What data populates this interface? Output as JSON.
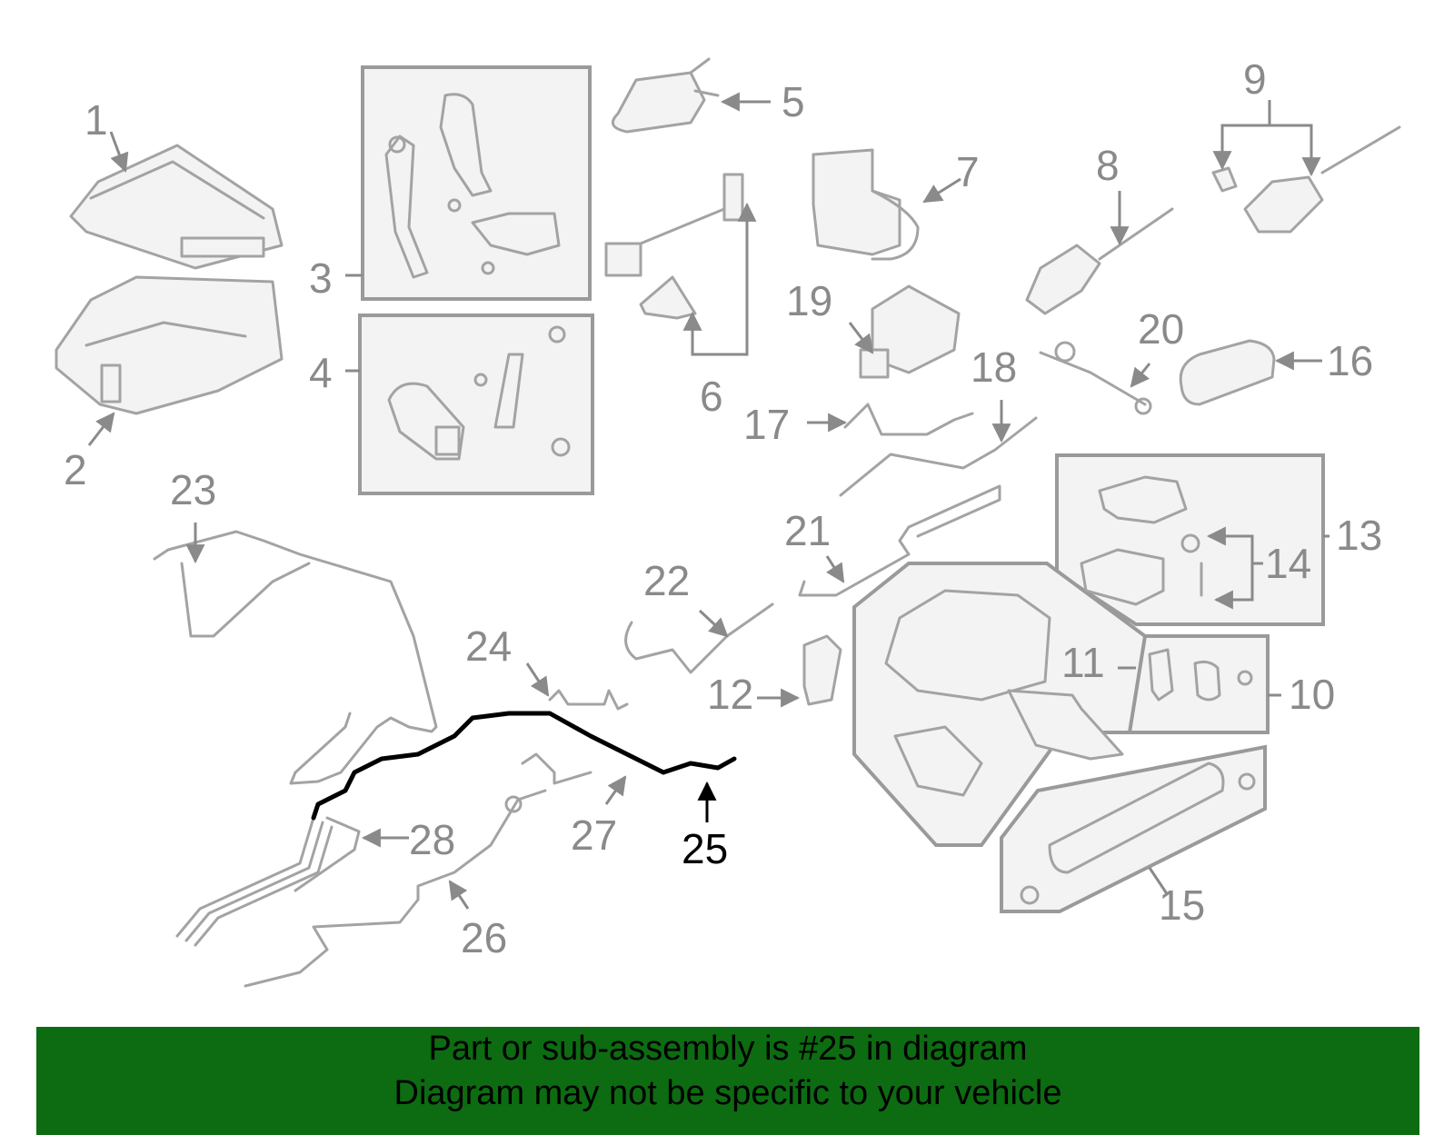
{
  "diagram": {
    "callouts": [
      {
        "id": "1",
        "label": "1"
      },
      {
        "id": "2",
        "label": "2"
      },
      {
        "id": "3",
        "label": "3"
      },
      {
        "id": "4",
        "label": "4"
      },
      {
        "id": "5",
        "label": "5"
      },
      {
        "id": "6",
        "label": "6"
      },
      {
        "id": "7",
        "label": "7"
      },
      {
        "id": "8",
        "label": "8"
      },
      {
        "id": "9",
        "label": "9"
      },
      {
        "id": "10",
        "label": "10"
      },
      {
        "id": "11",
        "label": "11"
      },
      {
        "id": "12",
        "label": "12"
      },
      {
        "id": "13",
        "label": "13"
      },
      {
        "id": "14",
        "label": "14"
      },
      {
        "id": "15",
        "label": "15"
      },
      {
        "id": "16",
        "label": "16"
      },
      {
        "id": "17",
        "label": "17"
      },
      {
        "id": "18",
        "label": "18"
      },
      {
        "id": "19",
        "label": "19"
      },
      {
        "id": "20",
        "label": "20"
      },
      {
        "id": "21",
        "label": "21"
      },
      {
        "id": "22",
        "label": "22"
      },
      {
        "id": "23",
        "label": "23"
      },
      {
        "id": "24",
        "label": "24"
      },
      {
        "id": "25",
        "label": "25"
      },
      {
        "id": "26",
        "label": "26"
      },
      {
        "id": "27",
        "label": "27"
      },
      {
        "id": "28",
        "label": "28"
      }
    ],
    "highlight_color": "#000000",
    "part_color": "#a3a3a3"
  },
  "banner": {
    "line1": "Part or sub-assembly is #25 in diagram",
    "line2": "Diagram may not be specific to your vehicle",
    "background": "#0d6b12"
  }
}
